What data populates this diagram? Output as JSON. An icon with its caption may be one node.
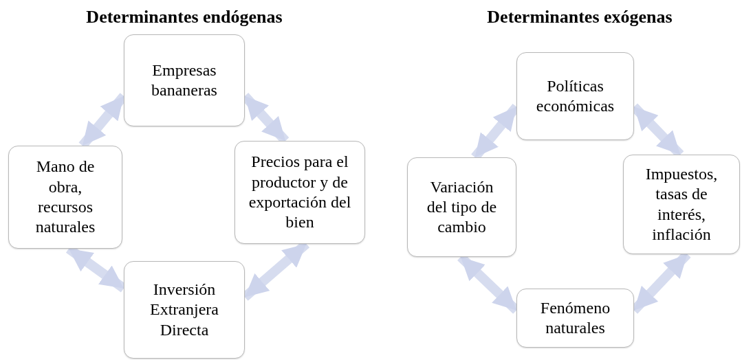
{
  "diagram": {
    "nodes": [
      {
        "text": [
          "Empresas bananeras"
        ]
      },
      {
        "text": [
          "Precios para el productor y de exportación del bien"
        ]
      },
      {
        "text": [
          "Inversión Extranjera Directa"
        ]
      },
      {
        "text": [
          "Mano de obra, recursos naturales"
        ]
      },
      {
        "text": [
          "Políticas económicas"
        ]
      },
      {
        "text": [
          "Impuestos, tasas de interés, inflación"
        ]
      },
      {
        "text": [
          "Fenómeno naturales"
        ]
      },
      {
        "text": [
          "Variación del tipo de cambio"
        ]
      }
    ],
    "edges": [
      {
        "from": 0,
        "to": 1,
        "arrow": "both"
      },
      {
        "from": 1,
        "to": 2,
        "arrow": "both"
      },
      {
        "from": 2,
        "to": 3,
        "arrow": "both"
      },
      {
        "from": 3,
        "to": 0,
        "arrow": "both"
      },
      {
        "from": 4,
        "to": 5,
        "arrow": "both"
      },
      {
        "from": 5,
        "to": 6,
        "arrow": "both"
      },
      {
        "from": 6,
        "to": 7,
        "arrow": "both"
      },
      {
        "from": 7,
        "to": 4,
        "arrow": "both"
      }
    ],
    "labels": [
      "Determinantes endógenas",
      "Determinantes exógenas"
    ]
  }
}
